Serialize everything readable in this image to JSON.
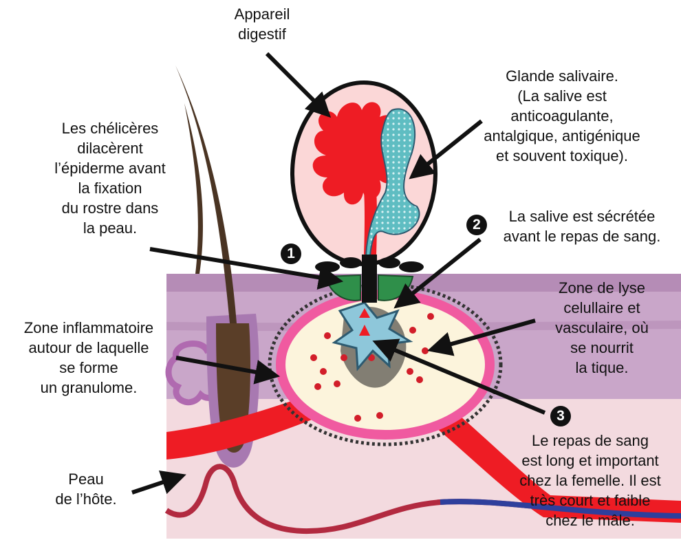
{
  "labels": {
    "digestive": [
      "Appareil",
      "digestif"
    ],
    "salivary_gland": [
      "Glande salivaire.",
      "(La salive est",
      "anticoagulante,",
      "antalgique, antigénique",
      "et souvent toxique)."
    ],
    "chelicerae": [
      "Les chélicères",
      "dilacèrent",
      "l’épiderme avant",
      "la fixation",
      "du rostre dans",
      "la peau."
    ],
    "saliva_secreted": [
      "La salive est sécrétée",
      "avant le repas de sang."
    ],
    "lysis_zone": [
      "Zone de lyse",
      "celullaire et",
      "vasculaire, où",
      "se nourrit",
      "la tique."
    ],
    "inflammatory_zone": [
      "Zone inflammatoire",
      "autour de laquelle",
      "se forme",
      "un granulome."
    ],
    "blood_meal": [
      "Le repas de sang",
      "est long et important",
      "chez la femelle. Il est",
      "très court et faible",
      "chez le mâle."
    ],
    "host_skin": [
      "Peau",
      "de l’hôte."
    ]
  },
  "markers": {
    "one": "1",
    "two": "2",
    "three": "3"
  },
  "colors": {
    "skin_upper": "#c9a6c9",
    "skin_lower": "#f3dadf",
    "blood": "#ee1c24",
    "vein": "#2e3f9c",
    "lesion_fill": "#fcf4dc",
    "inflammation_ring": "#f05aa0",
    "hair": "#4a3423",
    "saliva": "#5fbdc2",
    "mouthparts": "#2f8f4a"
  }
}
